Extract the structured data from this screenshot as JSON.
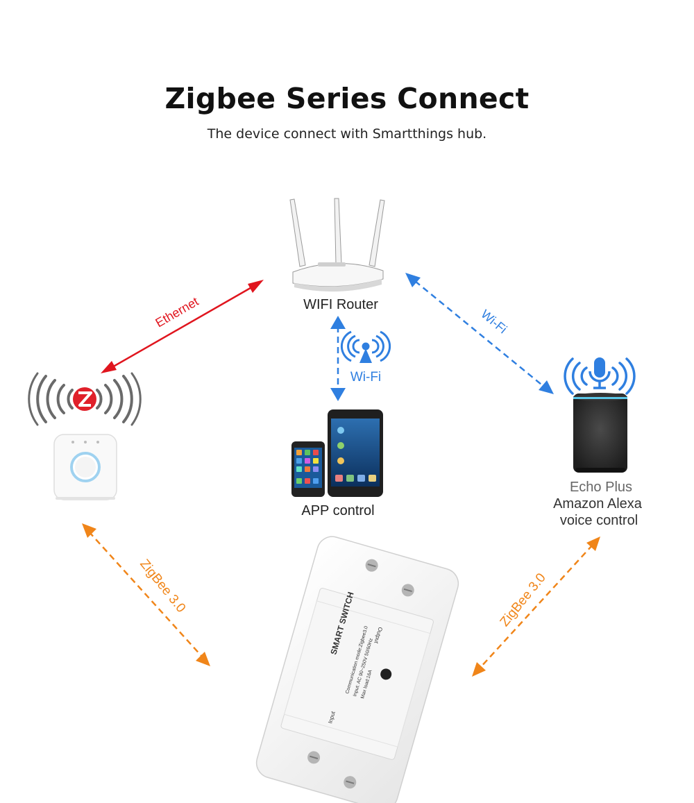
{
  "title": "Zigbee Series Connect",
  "subtitle": "The device connect with Smartthings hub.",
  "nodes": {
    "router": "WIFI Router",
    "app": "APP control",
    "echo_line1": "Echo Plus",
    "echo_line2": "Amazon Alexa",
    "echo_line3": "voice control",
    "switch_label": "SMART SWITCH",
    "switch_spec1": "Communication mode:Zigbee3.0",
    "switch_spec2": "Input: AC 90~250V 50/60Hz",
    "switch_spec3": "Max load:16A",
    "switch_output": "Output",
    "switch_input": "Input"
  },
  "links": {
    "ethernet": "Ethernet",
    "wifi_app": "Wi-Fi",
    "wifi_echo": "Wi-Fi",
    "zigbee_left": "ZigBee 3.0",
    "zigbee_right": "ZigBee 3.0"
  },
  "colors": {
    "ethernet": "#e0151e",
    "wifi": "#2f7fe0",
    "zigbee": "#f08519",
    "zigbee_logo": "#e0202a"
  },
  "icons": [
    "router-icon",
    "hub-icon",
    "zigbee-logo-icon",
    "phones-icon",
    "smart-speaker-icon",
    "microphone-icon",
    "wifi-antenna-icon",
    "smart-switch-icon"
  ]
}
